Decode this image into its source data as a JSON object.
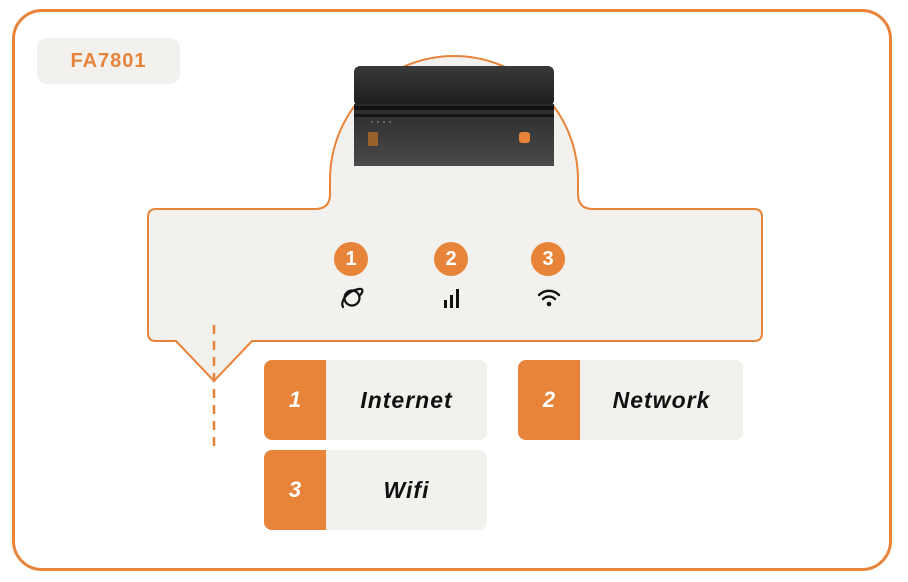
{
  "model": "FA7801",
  "colors": {
    "accent": "#e8843a",
    "panel": "#f2f1ee"
  },
  "indicators": [
    {
      "number": "1",
      "icon": "globe-icon"
    },
    {
      "number": "2",
      "icon": "signal-bars-icon"
    },
    {
      "number": "3",
      "icon": "wifi-icon"
    }
  ],
  "legend": [
    {
      "number": "1",
      "label": "Internet"
    },
    {
      "number": "2",
      "label": "Network"
    },
    {
      "number": "3",
      "label": "Wifi"
    }
  ]
}
